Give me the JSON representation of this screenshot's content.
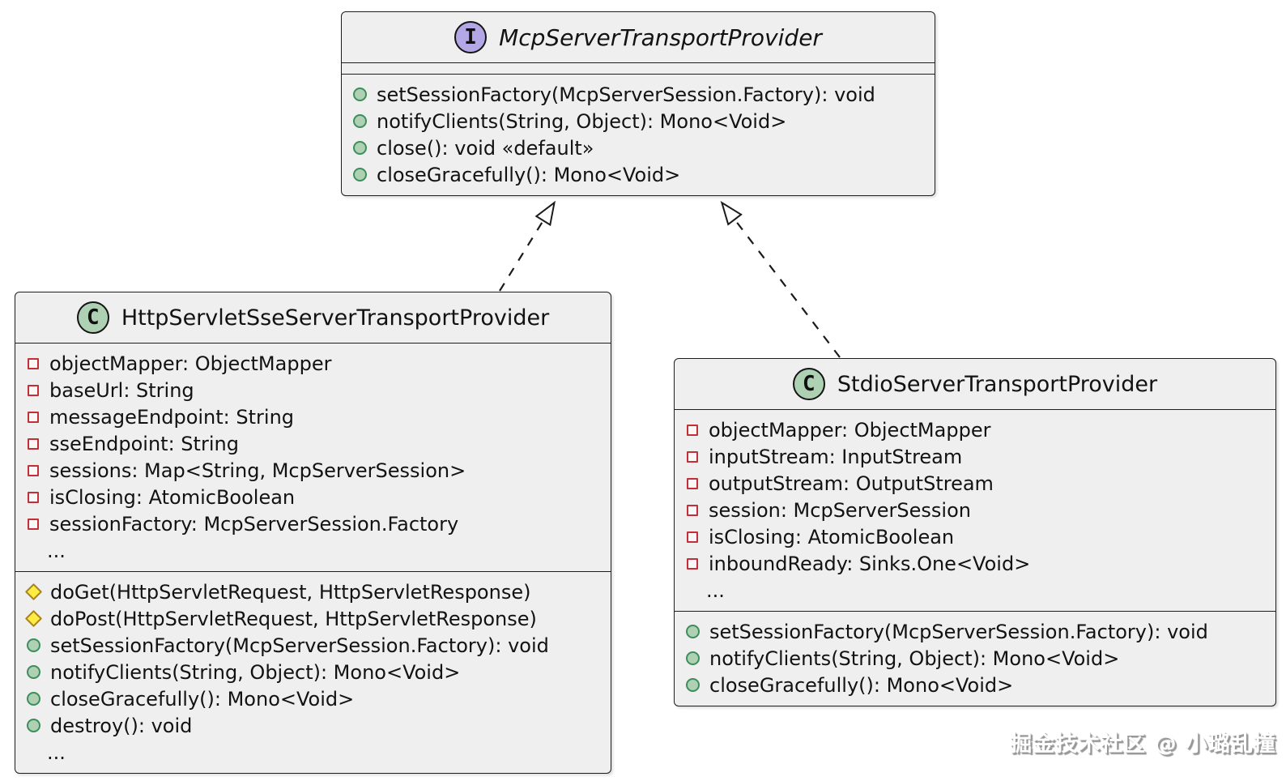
{
  "watermark": "掘金技术社区 @ 小璐乱撞",
  "colors": {
    "box_fill": "#efefef",
    "box_border": "#1e1e1e",
    "interface_icon_fill": "#b4a7e5",
    "class_icon_fill": "#add1b2",
    "public_marker_fill": "#add1b2",
    "public_marker_border": "#3d8e5c",
    "protected_marker_fill": "#ffeb44",
    "protected_marker_border": "#a5861f",
    "private_marker_border": "#c03039"
  },
  "classes": {
    "interface_box": {
      "kind_letter": "I",
      "kind": "interface",
      "name": "McpServerTransportProvider",
      "fields": [],
      "methods": [
        {
          "marker": "public",
          "text": "setSessionFactory(McpServerSession.Factory): void"
        },
        {
          "marker": "public",
          "text": "notifyClients(String, Object): Mono<Void>"
        },
        {
          "marker": "public",
          "text": "close(): void «default»"
        },
        {
          "marker": "public",
          "text": "closeGracefully(): Mono<Void>"
        }
      ]
    },
    "http_box": {
      "kind_letter": "C",
      "kind": "class",
      "name": "HttpServletSseServerTransportProvider",
      "fields": [
        {
          "marker": "private",
          "text": "objectMapper: ObjectMapper"
        },
        {
          "marker": "private",
          "text": "baseUrl: String"
        },
        {
          "marker": "private",
          "text": "messageEndpoint: String"
        },
        {
          "marker": "private",
          "text": "sseEndpoint: String"
        },
        {
          "marker": "private",
          "text": "sessions: Map<String, McpServerSession>"
        },
        {
          "marker": "private",
          "text": "isClosing: AtomicBoolean"
        },
        {
          "marker": "private",
          "text": "sessionFactory: McpServerSession.Factory"
        },
        {
          "text": "..."
        }
      ],
      "methods": [
        {
          "marker": "protected",
          "text": "doGet(HttpServletRequest, HttpServletResponse)"
        },
        {
          "marker": "protected",
          "text": "doPost(HttpServletRequest, HttpServletResponse)"
        },
        {
          "marker": "public",
          "text": "setSessionFactory(McpServerSession.Factory): void"
        },
        {
          "marker": "public",
          "text": "notifyClients(String, Object): Mono<Void>"
        },
        {
          "marker": "public",
          "text": "closeGracefully(): Mono<Void>"
        },
        {
          "marker": "public",
          "text": "destroy(): void"
        },
        {
          "text": "..."
        }
      ]
    },
    "stdio_box": {
      "kind_letter": "C",
      "kind": "class",
      "name": "StdioServerTransportProvider",
      "fields": [
        {
          "marker": "private",
          "text": "objectMapper: ObjectMapper"
        },
        {
          "marker": "private",
          "text": "inputStream: InputStream"
        },
        {
          "marker": "private",
          "text": "outputStream: OutputStream"
        },
        {
          "marker": "private",
          "text": "session: McpServerSession"
        },
        {
          "marker": "private",
          "text": "isClosing: AtomicBoolean"
        },
        {
          "marker": "private",
          "text": "inboundReady: Sinks.One<Void>"
        },
        {
          "text": "..."
        }
      ],
      "methods": [
        {
          "marker": "public",
          "text": "setSessionFactory(McpServerSession.Factory): void"
        },
        {
          "marker": "public",
          "text": "notifyClients(String, Object): Mono<Void>"
        },
        {
          "marker": "public",
          "text": "closeGracefully(): Mono<Void>"
        }
      ]
    }
  },
  "relations": [
    {
      "type": "realization",
      "from": "HttpServletSseServerTransportProvider",
      "to": "McpServerTransportProvider"
    },
    {
      "type": "realization",
      "from": "StdioServerTransportProvider",
      "to": "McpServerTransportProvider"
    }
  ]
}
